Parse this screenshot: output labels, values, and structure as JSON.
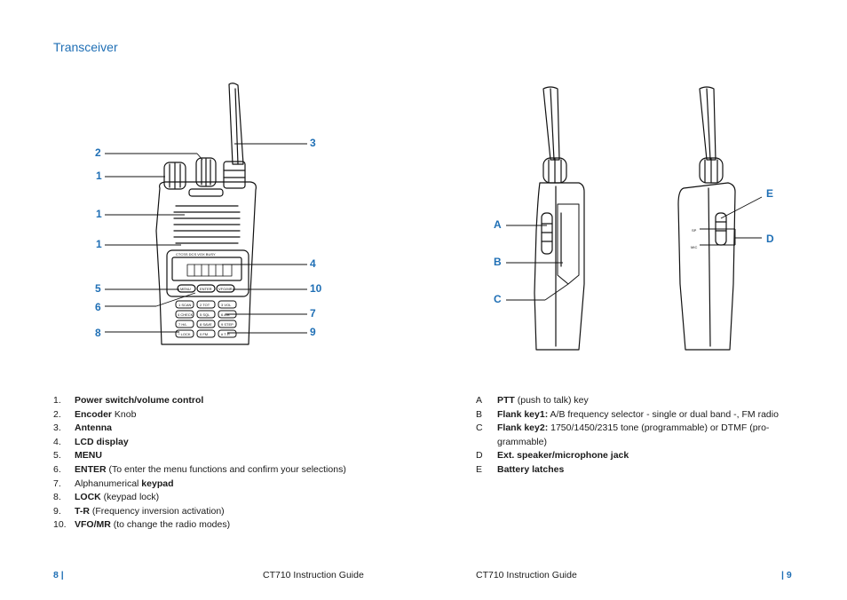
{
  "page": {
    "title": "Transceiver",
    "footer_left_page": "8 |",
    "footer_left_title": "CT710 Instruction Guide",
    "footer_right_title": "CT710 Instruction Guide",
    "footer_right_page": "| 9"
  },
  "callouts": {
    "c2": "2",
    "c1a": "1",
    "c1b": "1",
    "c1c": "1",
    "c5": "5",
    "c6": "6",
    "c8": "8",
    "c3": "3",
    "c4": "4",
    "c10": "10",
    "c7": "7",
    "c9": "9",
    "cA": "A",
    "cB": "B",
    "cC": "C",
    "cD": "D",
    "cE": "E"
  },
  "radio_labels": {
    "enter": "ENTER",
    "menu": "MENU",
    "vfo": "VFO/MR",
    "lcd_top": "CTCSS DCS VOX BUSY",
    "side_sp": "SP",
    "side_mic": "MIC"
  },
  "keypad": [
    [
      "1 SCAN",
      "2 TOT",
      "3 VOL"
    ],
    [
      "4 CHECK",
      "5 SQL",
      "6 A/B"
    ],
    [
      "7 H/L",
      "8 SAVE",
      "9 STEP"
    ],
    [
      "* LOCK",
      "0 FM",
      "# T-R"
    ]
  ],
  "left_list": [
    {
      "num": "1.",
      "bold": "Power switch/volume control",
      "rest": ""
    },
    {
      "num": "2.",
      "bold": "Encoder",
      "rest": " Knob"
    },
    {
      "num": "3.",
      "bold": "Antenna",
      "rest": ""
    },
    {
      "num": "4.",
      "bold": "LCD display",
      "rest": ""
    },
    {
      "num": "5.",
      "bold": "MENU",
      "rest": ""
    },
    {
      "num": "6.",
      "bold": "ENTER",
      "rest": " (To enter the menu functions and confirm your selections)"
    },
    {
      "num": "7.",
      "pre": "Alphanumerical ",
      "bold": "keypad",
      "rest": ""
    },
    {
      "num": "8.",
      "bold": "LOCK",
      "rest": " (keypad lock)"
    },
    {
      "num": "9.",
      "bold": "T-R",
      "rest": " (Frequency inversion activation)"
    },
    {
      "num": "10.",
      "bold": "VFO/MR",
      "rest": " (to change the radio modes)"
    }
  ],
  "right_list": [
    {
      "num": "A",
      "bold": "PTT",
      "rest": " (push to talk) key"
    },
    {
      "num": "B",
      "bold": "Flank key1:",
      "rest": " A/B frequency selector - single or dual band -, FM radio"
    },
    {
      "num": "C",
      "bold": "Flank key2:",
      "rest": " 1750/1450/2315 tone (programmable) or DTMF (pro-",
      "cont": "grammable)"
    },
    {
      "num": "D",
      "bold": "Ext. speaker/microphone jack",
      "rest": ""
    },
    {
      "num": "E",
      "bold": "Battery latches",
      "rest": ""
    }
  ]
}
